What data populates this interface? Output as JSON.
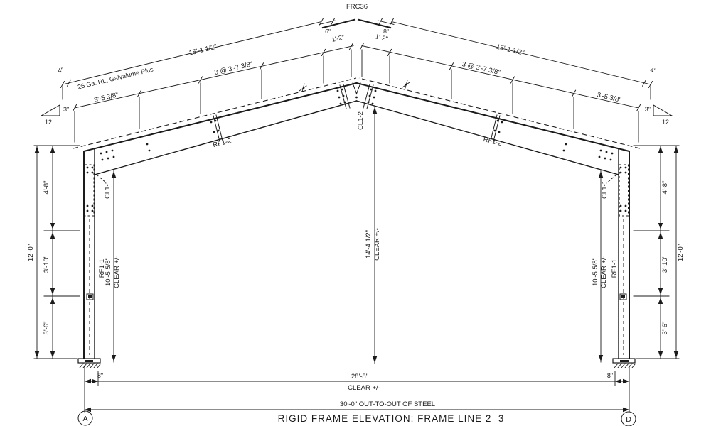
{
  "colors": {
    "ink": "#1b1b1b",
    "background": "#ffffff"
  },
  "title_block": {
    "title": "RIGID FRAME ELEVATION: FRAME LINE 2  3"
  },
  "grid_bubbles": {
    "left": "A",
    "right": "D"
  },
  "peak": {
    "cap": "FRC36",
    "cap_left": "6\"",
    "cap_right": "8\"",
    "offset_left": "1'-2\"",
    "offset_right": "1'-2\""
  },
  "roof": {
    "note": "26 Ga. RL, Galvalume Plus",
    "left": {
      "length": "15'-1 1/2\"",
      "spacing": "3 @ 3'-7 3/8\"",
      "first": "3'-5 3/8\"",
      "overhang": "4\"",
      "rise": "3\"",
      "run": "12"
    },
    "right": {
      "length": "15'-1 1/2\"",
      "spacing": "3 @ 3'-7 3/8\"",
      "first": "3'-5 3/8\"",
      "overhang": "4\"",
      "rise": "3\"",
      "run": "12"
    }
  },
  "members": {
    "rafter_left": "RF1-2",
    "rafter_right": "RF1-2",
    "column_left": "RF1-1",
    "column_right": "RF1-1",
    "ridge": "CL1-2",
    "knee_left": "CL1-1",
    "knee_right": "CL1-1"
  },
  "dims": {
    "left_chain": {
      "overall": "12'-0\"",
      "segments": [
        "4'-8\"",
        "3'-10\"",
        "3'-6\""
      ]
    },
    "right_chain": {
      "overall": "12'-0\"",
      "segments": [
        "4'-8\"",
        "3'-10\"",
        "3'-6\""
      ]
    },
    "clear_left": {
      "value": "10'-5 5/8\"",
      "note": "CLEAR +/-"
    },
    "clear_right": {
      "value": "10'-5 5/8\"",
      "note": "CLEAR +/-"
    },
    "clear_center": {
      "value": "14'-4 1/2\"",
      "note": "CLEAR +/-"
    },
    "clear_width": {
      "value": "28'-8\"",
      "note": "CLEAR +/-"
    },
    "out_to_out": "30'-0\" OUT-TO-OUT OF STEEL",
    "base_left": "8\"",
    "base_right": "8\""
  }
}
